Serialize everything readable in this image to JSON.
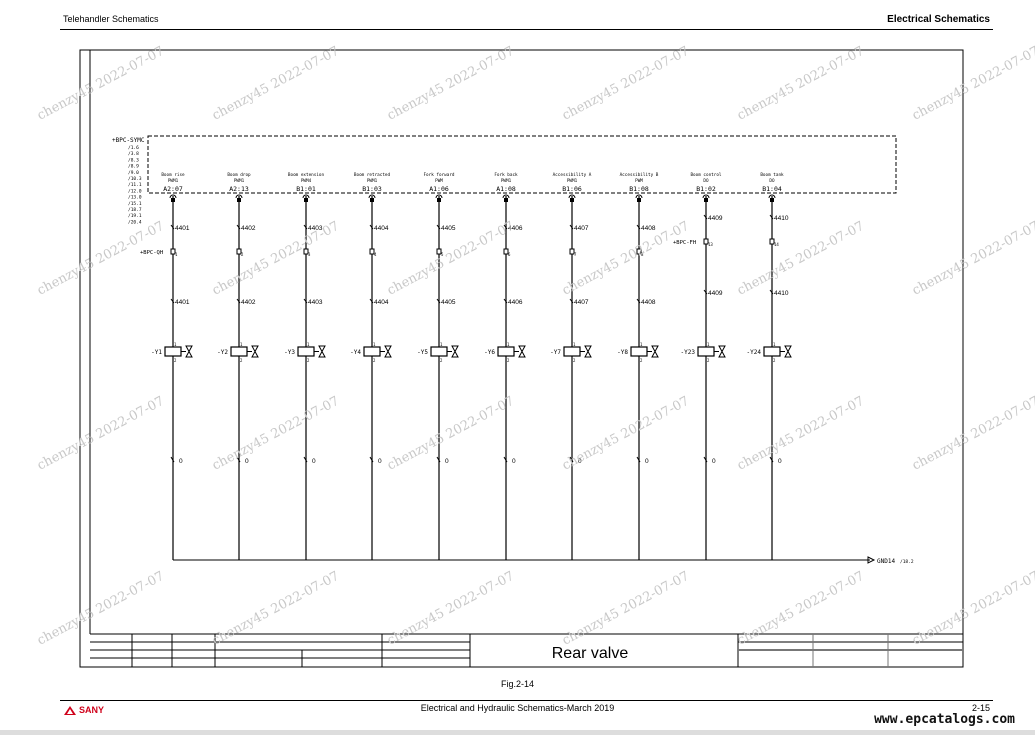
{
  "header": {
    "left": "Telehandler Schematics",
    "right": "Electrical Schematics"
  },
  "module": {
    "name": "+BPC-SYMC",
    "refs": [
      "/1.6",
      "/3.8",
      "/8.3",
      "/8.9",
      "/9.0",
      "/10.3",
      "/11.1",
      "/12.0",
      "/13.0",
      "/15.1",
      "/18.7",
      "/19.1",
      "/20.4"
    ]
  },
  "connectors": {
    "qh": "+BPC-QH",
    "fh": "+BPC-FH"
  },
  "channels": [
    {
      "func": "Boom rise",
      "type": "PWM1",
      "pin": "A2:07",
      "wire": "4401",
      "conn_pin": "1",
      "coil": "-Y1",
      "conn": "qh"
    },
    {
      "func": "Boom drop",
      "type": "PWM1",
      "pin": "A2:13",
      "wire": "4402",
      "conn_pin": "2",
      "coil": "-Y2",
      "conn": "qh"
    },
    {
      "func": "Boom extension",
      "type": "PWM4",
      "pin": "B1:01",
      "wire": "4403",
      "conn_pin": "3",
      "coil": "-Y3",
      "conn": "qh"
    },
    {
      "func": "Boom retracted",
      "type": "PWM1",
      "pin": "B1:03",
      "wire": "4404",
      "conn_pin": "4",
      "coil": "-Y4",
      "conn": "qh"
    },
    {
      "func": "Fork forward",
      "type": "PWM",
      "pin": "A1:06",
      "wire": "4405",
      "conn_pin": "5",
      "coil": "-Y5",
      "conn": "qh"
    },
    {
      "func": "Fork back",
      "type": "PWM1",
      "pin": "A1:08",
      "wire": "4406",
      "conn_pin": "6",
      "coil": "-Y6",
      "conn": "qh"
    },
    {
      "func": "Accessibility A",
      "type": "PWM1",
      "pin": "B1:06",
      "wire": "4407",
      "conn_pin": "7",
      "coil": "-Y7",
      "conn": "qh"
    },
    {
      "func": "Accessibility B",
      "type": "PWM",
      "pin": "B1:08",
      "wire": "4408",
      "conn_pin": "8",
      "coil": "-Y8",
      "conn": "qh"
    },
    {
      "func": "Boom control",
      "type": "DO",
      "pin": "B1:02",
      "wire": "4409",
      "conn_pin": "13",
      "coil": "-Y23",
      "conn": "fh"
    },
    {
      "func": "Boom tank",
      "type": "DO",
      "pin": "B1:04",
      "wire": "4410",
      "conn_pin": "14",
      "coil": "-Y24",
      "conn": "fh"
    }
  ],
  "coil_pins": {
    "top": "1",
    "bottom": "2"
  },
  "ground_wire": "0",
  "ground": {
    "label": "GND14",
    "ref": "/18.2"
  },
  "title_block": {
    "title": "Rear  valve"
  },
  "watermark": "chenzy45 2022-07-07",
  "figure": "Fig.2-14",
  "footer": {
    "brand": "SANY",
    "center": "Electrical and Hydraulic Schematics-March 2019",
    "page": "2-15",
    "site": "www.epcatalogs.com"
  }
}
